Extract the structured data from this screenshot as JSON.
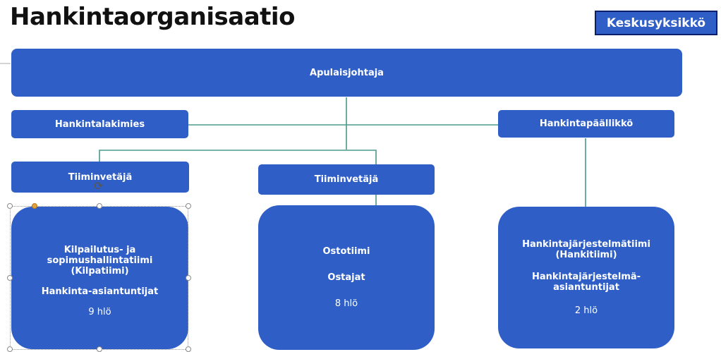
{
  "title": "Hankintaorganisaatio",
  "badge": "Keskusyksikkö",
  "colors": {
    "box": "#2f5fc6",
    "connector": "#4a9a8a",
    "badge_border": "#0b1f6b"
  },
  "nodes": {
    "apulaisjohtaja": "Apulaisjohtaja",
    "hankintalakimies": "Hankintalakimies",
    "hankintapaallikko": "Hankintapäällikkö",
    "tiiminvetaja_left": "Tiiminvetäjä",
    "tiiminvetaja_mid": "Tiiminvetäjä"
  },
  "teams": {
    "left": {
      "name": "Kilpailutus- ja sopimushallintatiimi (Kilpatiimi)",
      "role": "Hankinta-asiantuntijat",
      "count": "9 hlö"
    },
    "mid": {
      "name": "Ostotiimi",
      "role": "Ostajat",
      "count": "8 hlö"
    },
    "right": {
      "name": "Hankintajärjestelmätiimi (Hankitiimi)",
      "role": "Hankintajärjestelmä-asiantuntijat",
      "count": "2 hlö"
    }
  },
  "icons": {
    "rotate": "rotate-handle-icon"
  }
}
